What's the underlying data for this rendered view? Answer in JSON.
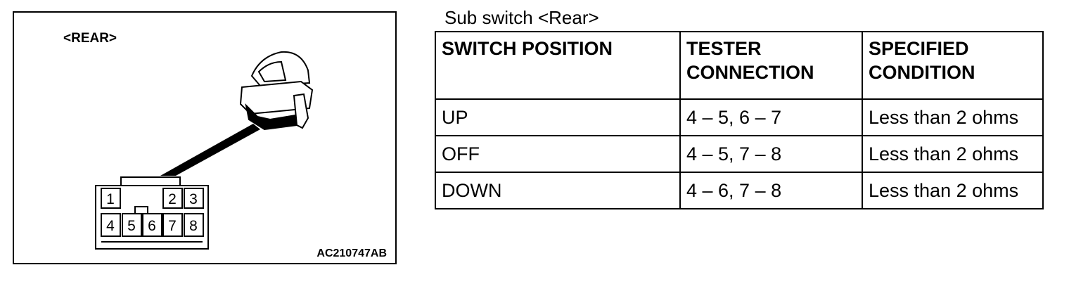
{
  "figure": {
    "label": "<REAR>",
    "code": "AC210747AB",
    "pins_top": [
      "1",
      "2",
      "3"
    ],
    "pins_bottom": [
      "4",
      "5",
      "6",
      "7",
      "8"
    ]
  },
  "table": {
    "title": "Sub switch <Rear>",
    "headers": {
      "position": "SWITCH POSITION",
      "tester_line1": "TESTER",
      "tester_line2": "CONNECTION",
      "condition_line1": "SPECIFIED",
      "condition_line2": "CONDITION"
    },
    "rows": [
      {
        "position": "UP",
        "connection": "4 – 5, 6 – 7",
        "condition": "Less than 2 ohms"
      },
      {
        "position": "OFF",
        "connection": "4 – 5, 7 – 8",
        "condition": "Less than 2 ohms"
      },
      {
        "position": "DOWN",
        "connection": "4 – 6, 7 – 8",
        "condition": "Less than 2 ohms"
      }
    ]
  }
}
